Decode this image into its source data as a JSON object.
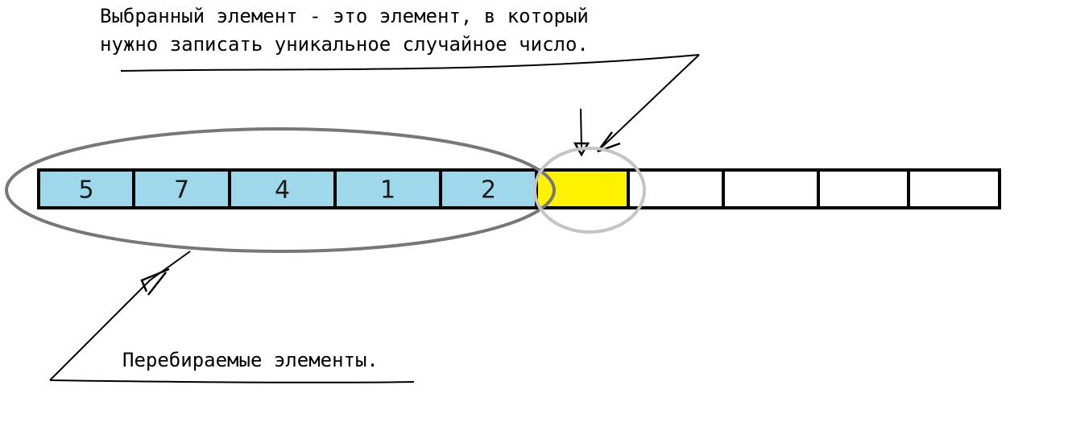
{
  "annotations": {
    "selected_line_1": "Выбранный элемент - это элемент, в который",
    "selected_line_2": "нужно записать уникальное случайное число.",
    "iterated": "Перебираемые элементы."
  },
  "cells": [
    {
      "value": "5",
      "state": "iterated"
    },
    {
      "value": "7",
      "state": "iterated"
    },
    {
      "value": "4",
      "state": "iterated"
    },
    {
      "value": "1",
      "state": "iterated"
    },
    {
      "value": "2",
      "state": "iterated"
    },
    {
      "value": "",
      "state": "selected"
    },
    {
      "value": "",
      "state": "empty"
    },
    {
      "value": "",
      "state": "empty"
    },
    {
      "value": "",
      "state": "empty"
    },
    {
      "value": "",
      "state": "empty"
    }
  ],
  "colors": {
    "iterated": "#9fd8ea",
    "selected": "#fff200",
    "empty": "#ffffff",
    "border": "#000000",
    "iterated_ellipse": "#777777",
    "selected_ellipse": "#c4c4c4"
  }
}
